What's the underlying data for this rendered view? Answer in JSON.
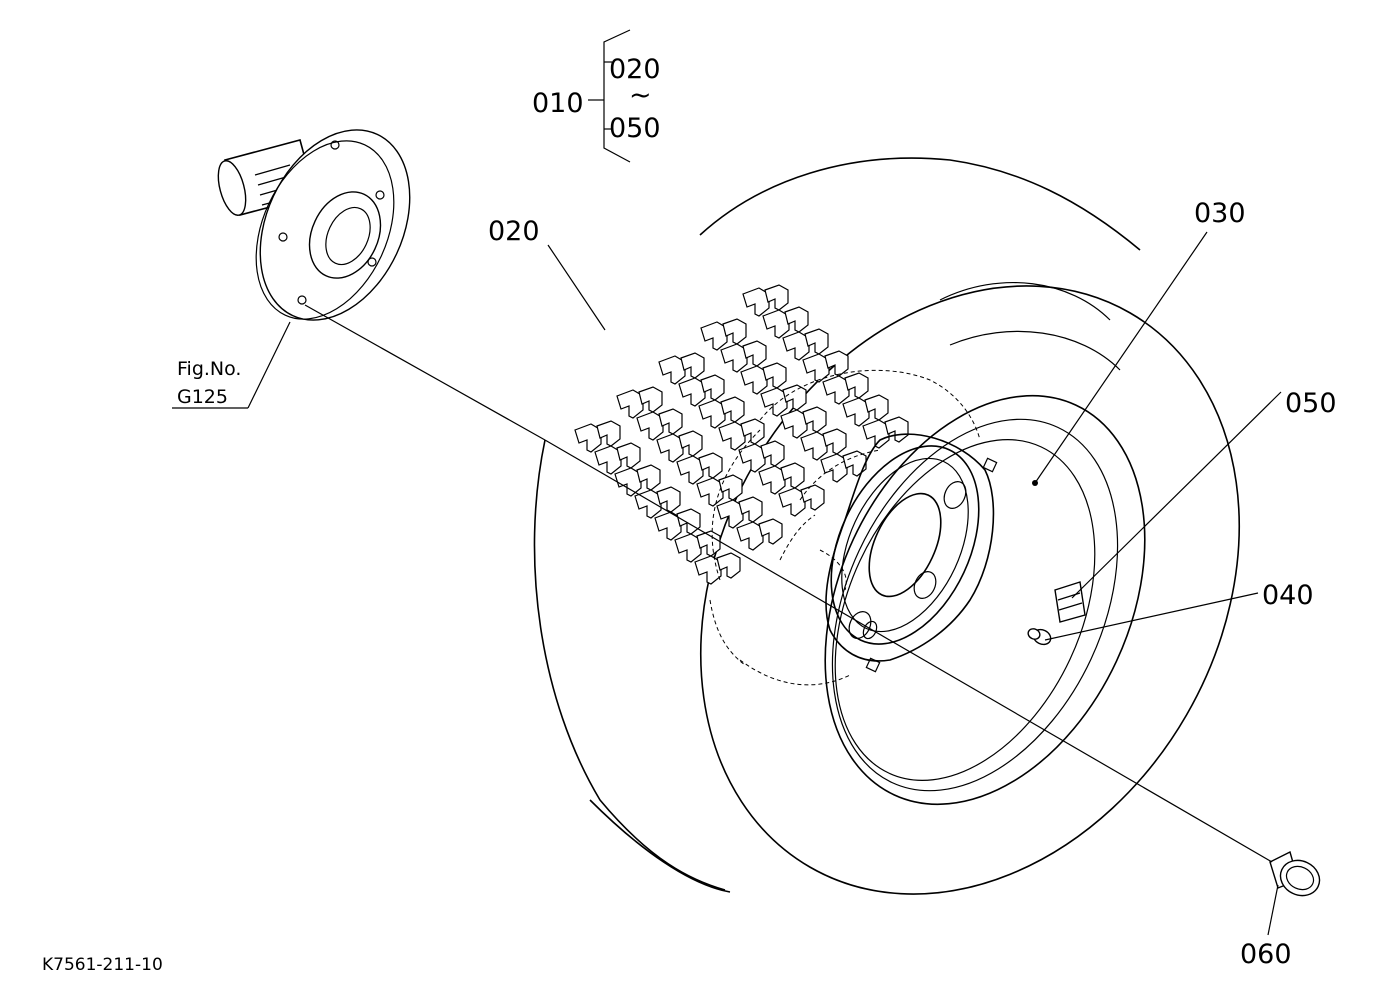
{
  "labels": {
    "assembly": "010",
    "range_start": "020",
    "range_tilde": "~",
    "range_end": "050",
    "tread": "020",
    "rim": "030",
    "valve_cover": "050",
    "valve": "040",
    "bolt": "060",
    "fig_ref_line1": "Fig.No.",
    "fig_ref_line2": "G125",
    "drawing_code": "K7561-211-10"
  }
}
